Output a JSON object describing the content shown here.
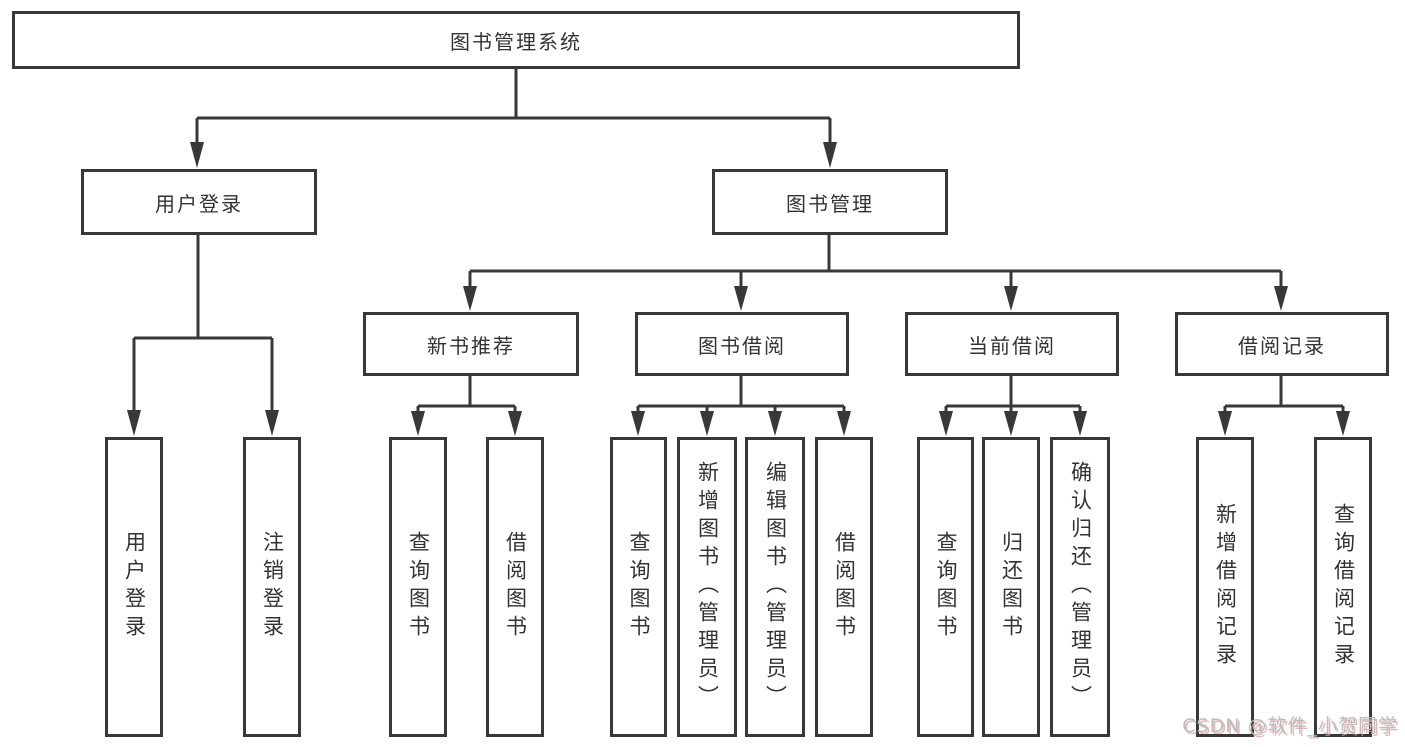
{
  "diagram": {
    "root": {
      "label": "图书管理系统"
    },
    "branches": [
      {
        "label": "用户登录",
        "children": [
          "用户登录",
          "注销登录"
        ]
      },
      {
        "label": "图书管理",
        "groups": [
          {
            "label": "新书推荐",
            "children": [
              "查询图书",
              "借阅图书"
            ]
          },
          {
            "label": "图书借阅",
            "children": [
              "查询图书",
              "新增图书（管理员）",
              "编辑图书（管理员）",
              "借阅图书"
            ]
          },
          {
            "label": "当前借阅",
            "children": [
              "查询图书",
              "归还图书",
              "确认归还（管理员）"
            ]
          },
          {
            "label": "借阅记录",
            "children": [
              "新增借阅记录",
              "查询借阅记录"
            ]
          }
        ]
      }
    ]
  },
  "watermark": {
    "text": "CSDN @软件_小贺同学"
  },
  "colors": {
    "line": "#383838",
    "text": "#333333",
    "background": "#ffffff",
    "watermark": "#bdbdbd",
    "watermark_shadow": "#e09a9a"
  }
}
